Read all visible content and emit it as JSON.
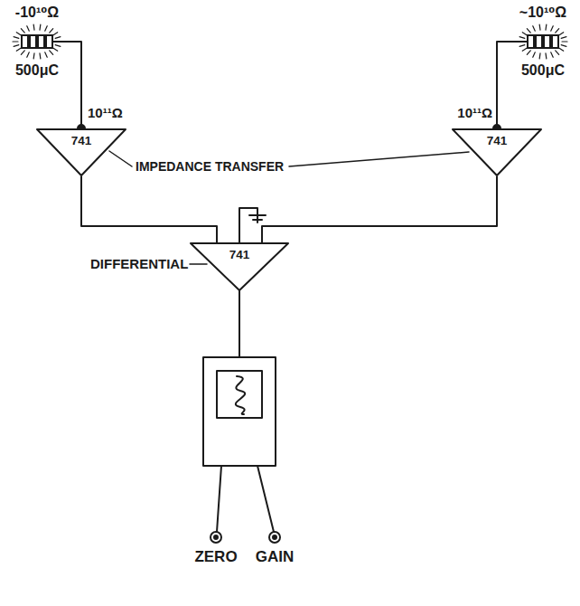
{
  "diagram": {
    "nodes": [
      {
        "text": [
          "-10¹⁰Ω",
          "500μC"
        ]
      },
      {
        "text": [
          "~10¹⁰Ω",
          "500μC"
        ]
      },
      {
        "text": [
          "741"
        ]
      },
      {
        "text": [
          "741"
        ]
      },
      {
        "text": [
          "741"
        ]
      }
    ],
    "edges": [
      {
        "from": 0,
        "to": 2,
        "arrow": "none"
      },
      {
        "from": 1,
        "to": 3,
        "arrow": "none"
      },
      {
        "from": 2,
        "to": 4,
        "arrow": "none"
      },
      {
        "from": 3,
        "to": 4,
        "arrow": "none"
      }
    ],
    "labels": [
      "10¹¹Ω",
      "10¹¹Ω",
      "IMPEDANCE TRANSFER",
      "DIFFERENTIAL",
      "ZERO",
      "GAIN"
    ]
  }
}
